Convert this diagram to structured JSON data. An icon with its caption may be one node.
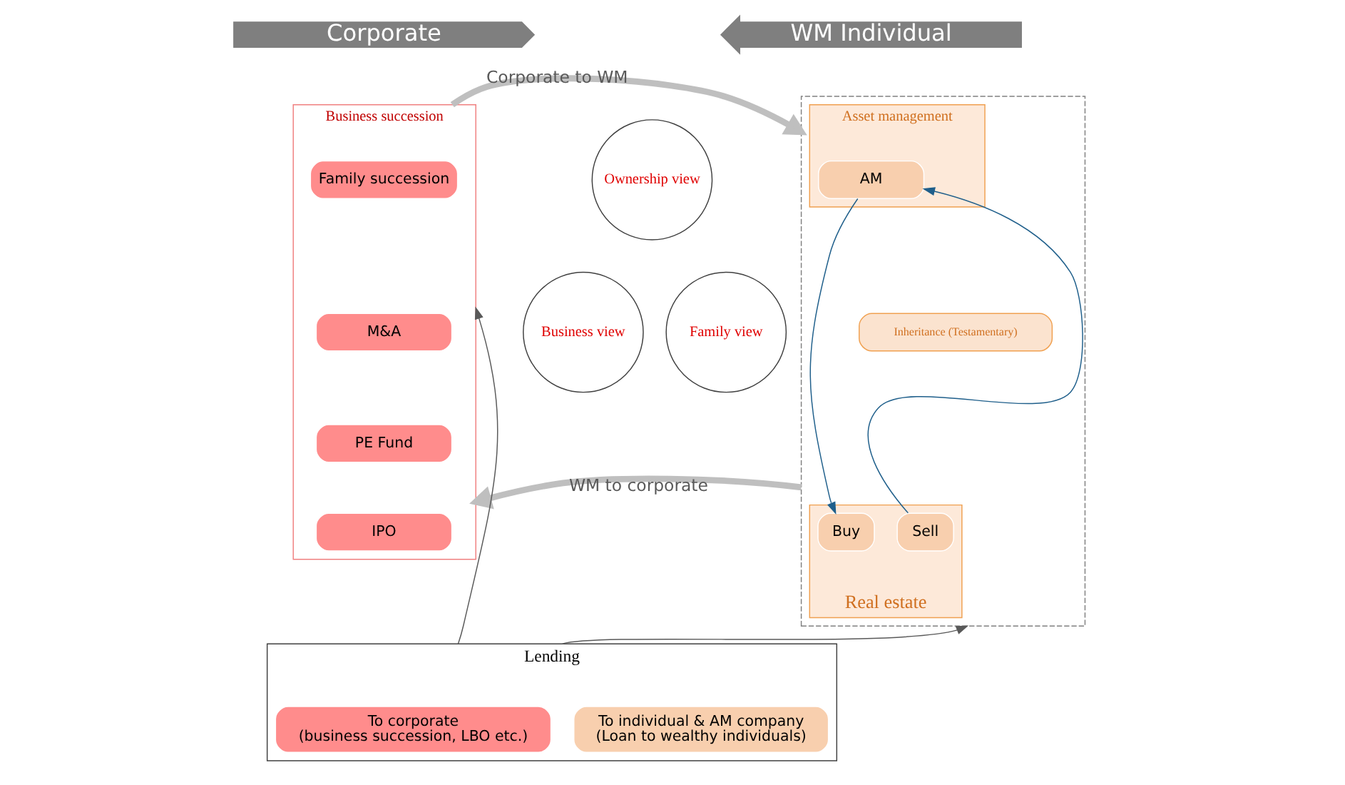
{
  "diagram": {
    "nodes": [
      {
        "text": [
          "Corporate"
        ]
      },
      {
        "text": [
          "WM Individual"
        ]
      },
      {
        "text": [
          "Business succession"
        ]
      },
      {
        "text": [
          "Family succession"
        ],
        "in": 2
      },
      {
        "text": [
          "M&A"
        ],
        "in": 2
      },
      {
        "text": [
          "PE Fund"
        ],
        "in": 2
      },
      {
        "text": [
          "IPO"
        ],
        "in": 2
      },
      {
        "text": [
          "Ownership view"
        ]
      },
      {
        "text": [
          "Business view"
        ]
      },
      {
        "text": [
          "Family view"
        ]
      },
      {
        "text": [],
        "shape": "box"
      },
      {
        "text": [
          "Asset management"
        ],
        "in": 10
      },
      {
        "text": [
          "AM"
        ],
        "in": 11
      },
      {
        "text": [
          "Real estate"
        ],
        "in": 10
      },
      {
        "text": [
          "Buy"
        ],
        "in": 13
      },
      {
        "text": [
          "Sell"
        ],
        "in": 13
      },
      {
        "text": [
          "Inheritance (Testamentary)"
        ],
        "in": 10
      },
      {
        "text": [
          "Lending"
        ]
      },
      {
        "text": [
          "To corporate",
          "(business succession, LBO etc.)"
        ],
        "in": 17
      },
      {
        "text": [
          "To individual & AM company",
          "(Loan to wealthy individuals)"
        ],
        "in": 17
      }
    ],
    "edges": [
      {
        "from": 2,
        "to": 10,
        "arrow": "to",
        "label": "Corporate to WM",
        "style": "thick",
        "color": "#bfbfbf"
      },
      {
        "from": 10,
        "to": 2,
        "arrow": "to",
        "label": "WM to corporate",
        "style": "thick",
        "color": "#bfbfbf"
      },
      {
        "from": 17,
        "to": 2,
        "arrow": "to",
        "color": "#595959"
      },
      {
        "from": 17,
        "to": 10,
        "arrow": "to",
        "color": "#595959"
      },
      {
        "from": 12,
        "to": 14,
        "arrow": "to",
        "color": "#1f5f8b"
      },
      {
        "from": 15,
        "to": 12,
        "arrow": "to",
        "color": "#1f5f8b"
      }
    ]
  }
}
